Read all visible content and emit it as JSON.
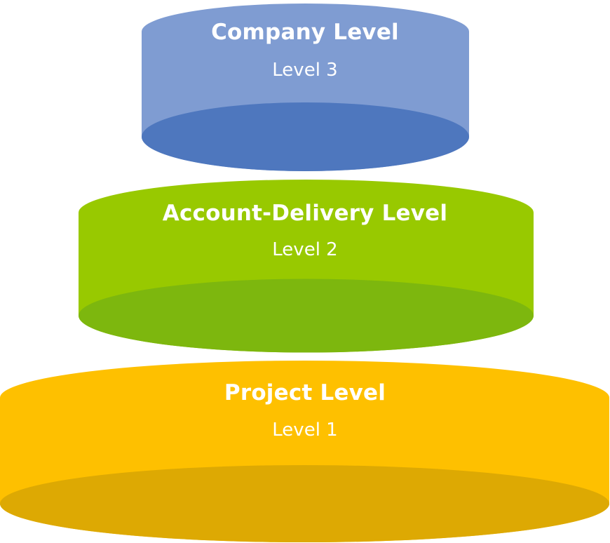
{
  "diagram": {
    "type": "stacked-cylinder-hierarchy",
    "tiers": [
      {
        "id": "level-3",
        "title": "Company Level",
        "subtitle": "Level 3",
        "side_color": "#7F9CD2",
        "base_color": "#4E77BE"
      },
      {
        "id": "level-2",
        "title": "Account-Delivery Level",
        "subtitle": "Level 2",
        "side_color": "#98C900",
        "base_color": "#7DB70E"
      },
      {
        "id": "level-1",
        "title": "Project Level",
        "subtitle": "Level 1",
        "side_color": "#FEC000",
        "base_color": "#DDA903"
      }
    ]
  }
}
